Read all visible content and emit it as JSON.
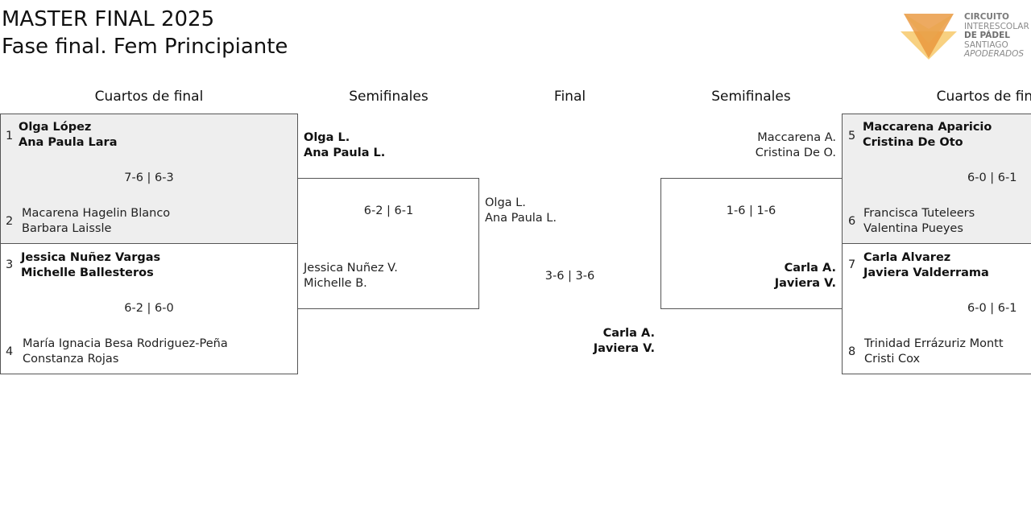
{
  "header": {
    "title_line1": "MASTER FINAL 2025",
    "title_line2": "Fase final. Fem Principiante"
  },
  "logo": {
    "icon": "fox-triangle-icon",
    "line1": "CIRCUITO",
    "line2": "INTERESCOLAR",
    "line3": "DE PÁDEL",
    "line4": "SANTIAGO",
    "line5": "APODERADOS",
    "colors": {
      "orange": "#e8953a",
      "yellow": "#f7c96b",
      "text_grey": "#8a8a8a",
      "text_dark": "#6f6f6f"
    }
  },
  "columns": {
    "qf_left": "Cuartos de final",
    "sf_left": "Semifinales",
    "final": "Final",
    "sf_right": "Semifinales",
    "qf_right": "Cuartos de final"
  },
  "left_qf": [
    {
      "top": {
        "seed": "1",
        "p1": "Olga López",
        "p2": "Ana Paula Lara"
      },
      "score": "7-6 | 6-3",
      "bottom": {
        "seed": "2",
        "p1": "Macarena Hagelin Blanco",
        "p2": "Barbara Laissle"
      }
    },
    {
      "top": {
        "seed": "3",
        "p1": "Jessica Nuñez Vargas",
        "p2": "Michelle Ballesteros"
      },
      "score": "6-2 | 6-0",
      "bottom": {
        "seed": "4",
        "p1": "María Ignacia Besa Rodriguez-Peña",
        "p2": "Constanza Rojas"
      }
    }
  ],
  "left_sf": {
    "top": {
      "p1": "Olga L.",
      "p2": "Ana Paula L."
    },
    "score": "6-2 | 6-1",
    "bottom": {
      "p1": "Jessica Nuñez V.",
      "p2": "Michelle B."
    }
  },
  "final": {
    "top": {
      "p1": "Olga L.",
      "p2": "Ana Paula L."
    },
    "score": "3-6 | 3-6",
    "bottom": {
      "p1": "Carla A.",
      "p2": "Javiera V."
    }
  },
  "right_sf": {
    "top": {
      "p1": "Maccarena A.",
      "p2": "Cristina De O."
    },
    "score": "1-6 | 1-6",
    "bottom": {
      "p1": "Carla A.",
      "p2": "Javiera V."
    }
  },
  "right_qf": [
    {
      "top": {
        "seed": "5",
        "p1": "Maccarena Aparicio",
        "p2": "Cristina De Oto"
      },
      "score": "6-0 | 6-1",
      "bottom": {
        "seed": "6",
        "p1": "Francisca Tuteleers",
        "p2": "Valentina Pueyes"
      }
    },
    {
      "top": {
        "seed": "7",
        "p1": "Carla Alvarez",
        "p2": "Javiera Valderrama"
      },
      "score": "6-0 | 6-1",
      "bottom": {
        "seed": "8",
        "p1": "Trinidad Errázuriz Montt",
        "p2": "Cristi Cox"
      }
    }
  ]
}
